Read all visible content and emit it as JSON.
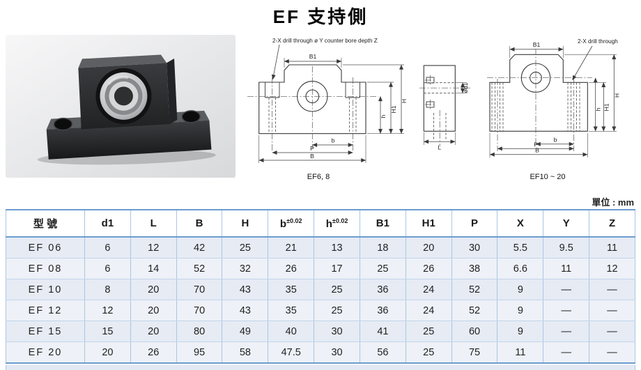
{
  "page": {
    "title": "EF  支持側",
    "unit_label": "單位 : mm"
  },
  "drawings": {
    "ef68": {
      "annotation": "2-X drill through ø Y counter bore depth Z",
      "caption": "EF6, 8",
      "dims": {
        "B1": "B1",
        "H": "H",
        "H1": "H1",
        "h": "h",
        "b": "b",
        "P": "P",
        "B": "B"
      }
    },
    "side": {
      "d1": "ød1",
      "L": "L"
    },
    "ef1020": {
      "annotation": "2-X drill through",
      "caption": "EF10 ~ 20",
      "dims": {
        "B1": "B1",
        "H": "H",
        "H1": "H1",
        "h": "h",
        "b": "b",
        "P": "P",
        "B": "B"
      }
    }
  },
  "table": {
    "headers": [
      {
        "t": "型 號"
      },
      {
        "t": "d1"
      },
      {
        "t": "L"
      },
      {
        "t": "B"
      },
      {
        "t": "H"
      },
      {
        "t": "b",
        "sup": "±0.02"
      },
      {
        "t": "h",
        "sup": "±0.02"
      },
      {
        "t": "B1"
      },
      {
        "t": "H1"
      },
      {
        "t": "P"
      },
      {
        "t": "X"
      },
      {
        "t": "Y"
      },
      {
        "t": "Z"
      }
    ],
    "rows": [
      {
        "model": "EF 06",
        "values": [
          "6",
          "12",
          "42",
          "25",
          "21",
          "13",
          "18",
          "20",
          "30",
          "5.5",
          "9.5",
          "11"
        ]
      },
      {
        "model": "EF 08",
        "values": [
          "6",
          "14",
          "52",
          "32",
          "26",
          "17",
          "25",
          "26",
          "38",
          "6.6",
          "11",
          "12"
        ]
      },
      {
        "model": "EF 10",
        "values": [
          "8",
          "20",
          "70",
          "43",
          "35",
          "25",
          "36",
          "24",
          "52",
          "9",
          "—",
          "—"
        ]
      },
      {
        "model": "EF 12",
        "values": [
          "12",
          "20",
          "70",
          "43",
          "35",
          "25",
          "36",
          "24",
          "52",
          "9",
          "—",
          "—"
        ]
      },
      {
        "model": "EF 15",
        "values": [
          "15",
          "20",
          "80",
          "49",
          "40",
          "30",
          "41",
          "25",
          "60",
          "9",
          "—",
          "—"
        ]
      },
      {
        "model": "EF 20",
        "values": [
          "20",
          "26",
          "95",
          "58",
          "47.5",
          "30",
          "56",
          "25",
          "75",
          "11",
          "—",
          "—"
        ]
      }
    ]
  }
}
